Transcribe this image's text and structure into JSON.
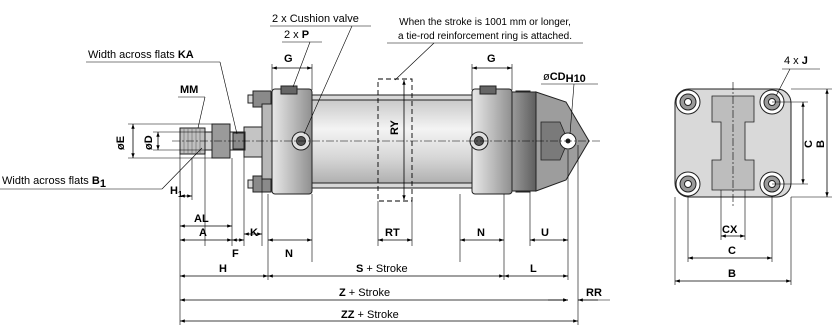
{
  "callouts": {
    "cushion_valve": "2 x Cushion valve",
    "port": {
      "prefix": "2 x ",
      "bold": "P"
    },
    "tie_rod_note_line1": "When the stroke is 1001 mm or longer,",
    "tie_rod_note_line2": "a tie-rod reinforcement ring is attached.",
    "width_across_flats_ka": {
      "text": "Width across flats ",
      "bold": "KA"
    },
    "mm": "MM",
    "width_across_flats_b1": {
      "text": "Width across flats ",
      "bold": "B",
      "sub": "1"
    },
    "cd": {
      "prefix": "ø",
      "bold": "CD",
      "sub": "H10"
    },
    "j": {
      "prefix": "4 x ",
      "bold": "J"
    }
  },
  "dims": {
    "g_left": "G",
    "g_right": "G",
    "oe": "øE",
    "od": "øD",
    "ry": "RY",
    "h1": {
      "main": "H",
      "sub": "1"
    },
    "al": "AL",
    "a": "A",
    "f": "F",
    "k": "K",
    "n_left": "N",
    "rt": "RT",
    "n_right": "N",
    "u": "U",
    "h": "H",
    "s": {
      "bold": "S",
      "rest": " + Stroke"
    },
    "l": "L",
    "z": {
      "bold": "Z",
      "rest": " + Stroke"
    },
    "rr": "RR",
    "zz": {
      "bold": "ZZ",
      "rest": " + Stroke"
    },
    "c_vert": "C",
    "b_vert": "B",
    "cx": "CX",
    "c_horiz": "C",
    "b_horiz": "B"
  }
}
